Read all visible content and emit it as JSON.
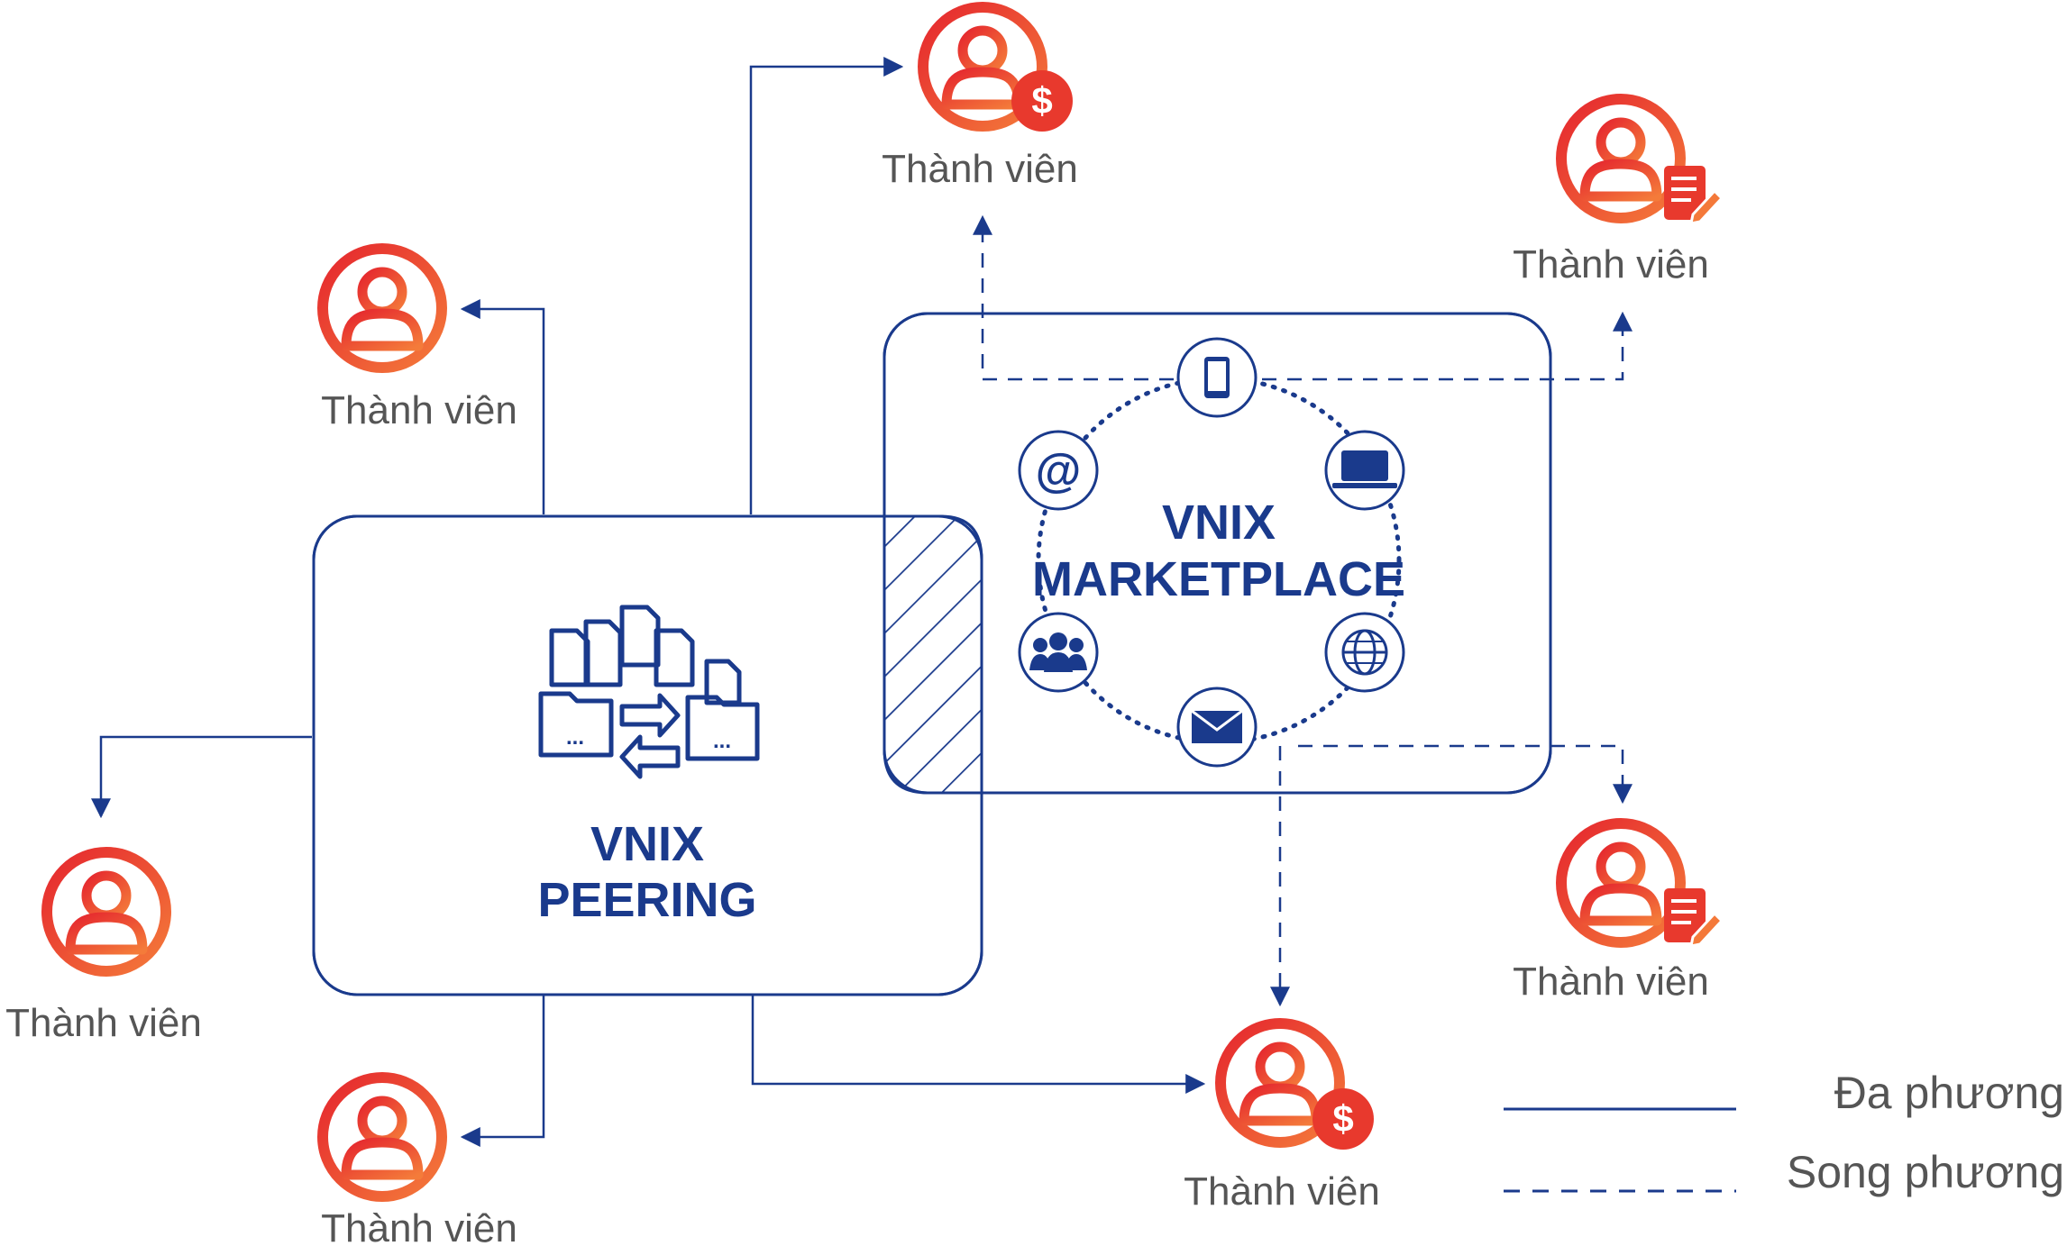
{
  "peering": {
    "title_line1": "VNIX",
    "title_line2": "PEERING"
  },
  "marketplace": {
    "title_line1": "VNIX",
    "title_line2": "MARKETPLACE"
  },
  "members": [
    {
      "label": "Thành viên",
      "badge": "dollar-badge"
    },
    {
      "label": "Thành viên",
      "badge": "contract-badge"
    },
    {
      "label": "Thành viên",
      "badge": "none"
    },
    {
      "label": "Thành viên",
      "badge": "none"
    },
    {
      "label": "Thành viên",
      "badge": "contract-badge"
    },
    {
      "label": "Thành viên",
      "badge": "dollar-badge"
    },
    {
      "label": "Thành viên",
      "badge": "none"
    }
  ],
  "marketplace_icons": [
    "mobile-phone-icon",
    "laptop-icon",
    "globe-icon",
    "envelope-icon",
    "group-icon",
    "at-sign-icon"
  ],
  "legend": {
    "solid": "Đa phương",
    "dashed": "Song phương"
  },
  "colors": {
    "navy": "#1a3a8c",
    "member_red": "#e8392d",
    "member_orange": "#f4793a",
    "text": "#555555"
  }
}
